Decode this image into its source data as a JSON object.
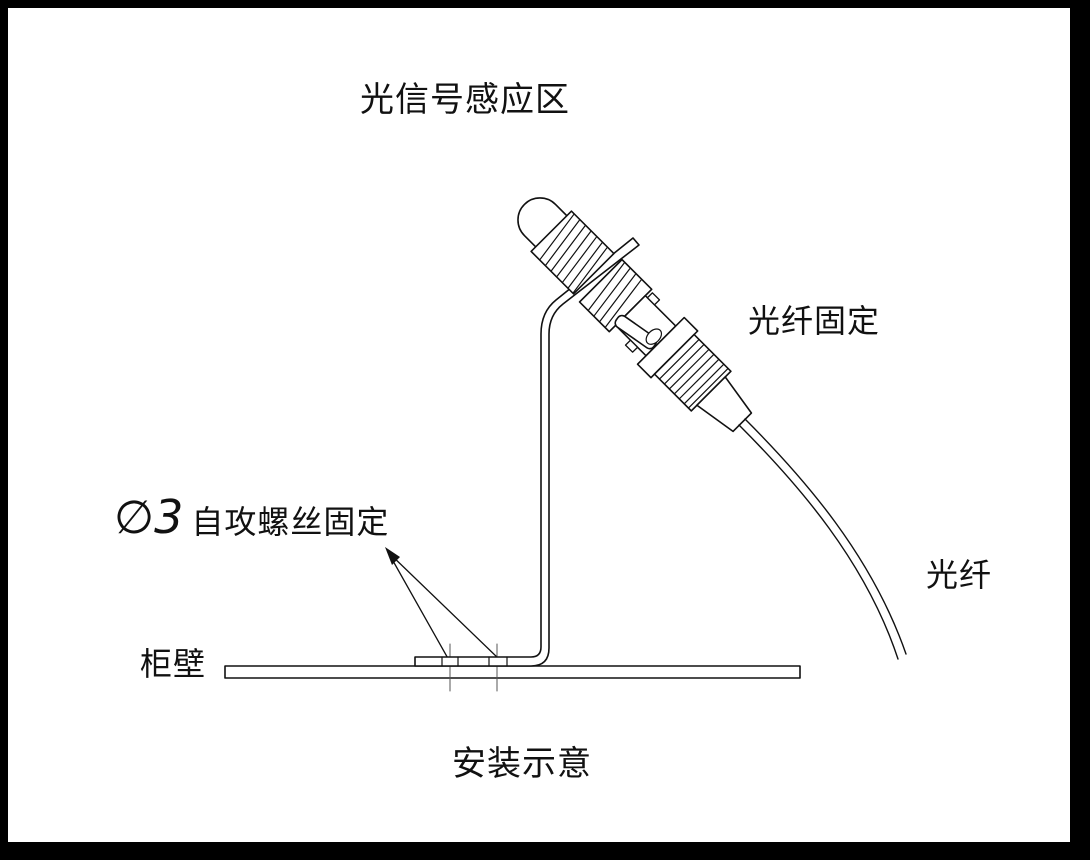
{
  "diagram": {
    "title": "安装示意",
    "labels": {
      "sensing_area": "光信号感应区",
      "fiber_fixing": "光纤固定",
      "fiber": "光纤",
      "screw_diameter": "∅3",
      "screw_text": "自攻螺丝固定",
      "cabinet_wall": "柜壁"
    },
    "colors": {
      "line": "#111111",
      "centerline": "#555555",
      "background": "#ffffff",
      "border": "#000000"
    }
  }
}
